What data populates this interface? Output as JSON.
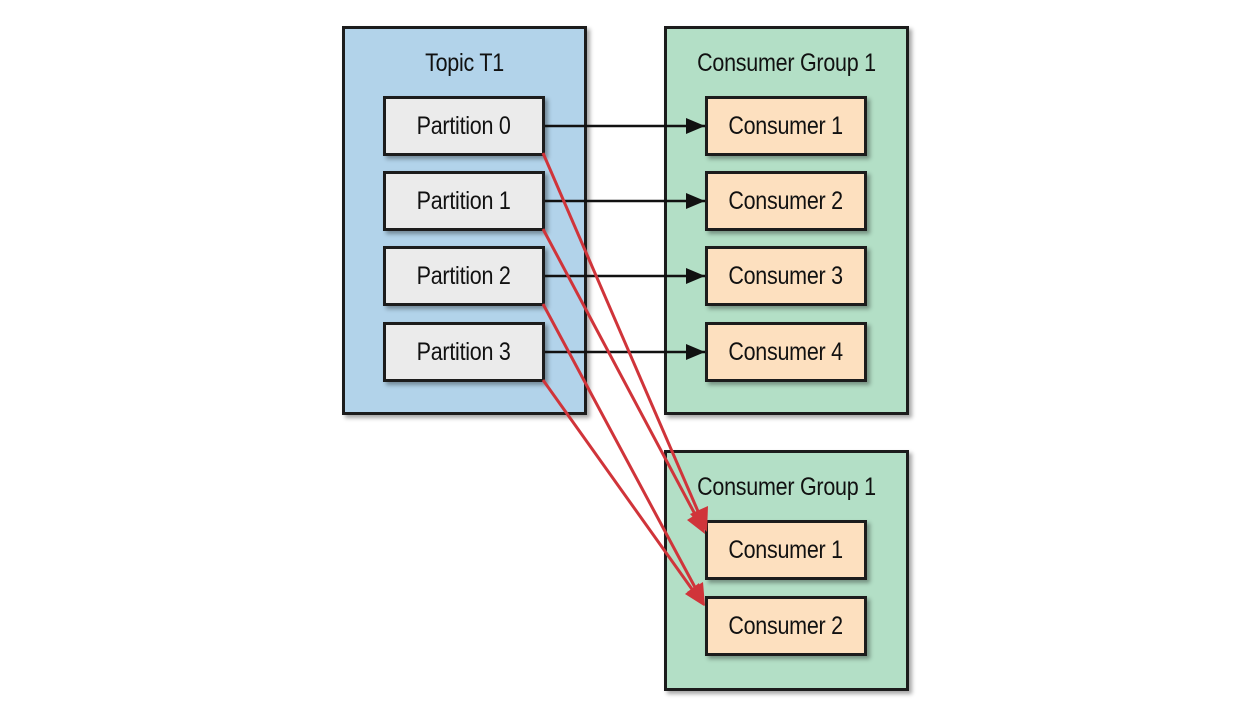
{
  "colors": {
    "topic_fill": "#b2d3ea",
    "group_fill": "#b3dfc6",
    "partition_fill": "#ebebeb",
    "consumer_fill": "#fde0bf",
    "assign_arrow": "#111111",
    "cross_group_arrow": "#d0343a"
  },
  "topic": {
    "title": "Topic T1",
    "partitions": [
      "Partition 0",
      "Partition 1",
      "Partition 2",
      "Partition 3"
    ]
  },
  "group_a": {
    "title": "Consumer Group 1",
    "consumers": [
      "Consumer 1",
      "Consumer 2",
      "Consumer 3",
      "Consumer 4"
    ]
  },
  "group_b": {
    "title": "Consumer Group 1",
    "consumers": [
      "Consumer 1",
      "Consumer 2"
    ]
  },
  "edges": {
    "group_a": [
      {
        "from": "Partition 0",
        "to": "Consumer 1"
      },
      {
        "from": "Partition 1",
        "to": "Consumer 2"
      },
      {
        "from": "Partition 2",
        "to": "Consumer 3"
      },
      {
        "from": "Partition 3",
        "to": "Consumer 4"
      }
    ],
    "group_b": [
      {
        "from": "Partition 0",
        "to": "Consumer 1"
      },
      {
        "from": "Partition 1",
        "to": "Consumer 1"
      },
      {
        "from": "Partition 2",
        "to": "Consumer 2"
      },
      {
        "from": "Partition 3",
        "to": "Consumer 2"
      }
    ]
  }
}
